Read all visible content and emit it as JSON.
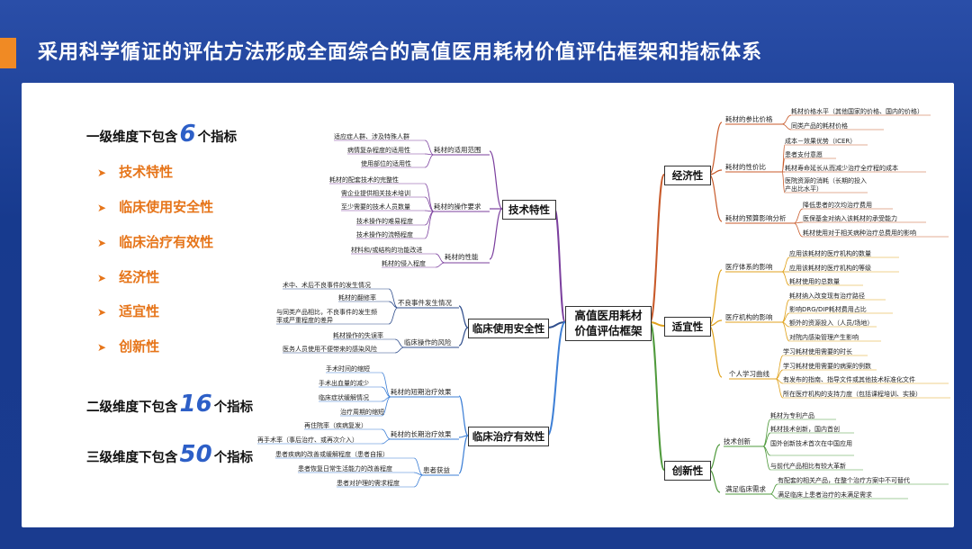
{
  "title": "采用科学循证的评估方法形成全面综合的高值医用耗材价值评估框架和指标体系",
  "summary": {
    "level1": {
      "prefix": "一级维度下包含",
      "num": "6",
      "suffix": "个指标"
    },
    "level2": {
      "prefix": "二级维度下包含",
      "num": "16",
      "suffix": "个指标"
    },
    "level3": {
      "prefix": "三级维度下包含",
      "num": "50",
      "suffix": "个指标"
    },
    "dimensions": [
      "技术特性",
      "临床使用安全性",
      "临床治疗有效性",
      "经济性",
      "适宜性",
      "创新性"
    ]
  },
  "mindmap": {
    "center": "高值医用耗材价值评估框架",
    "center_lines": [
      "高值医用耗材",
      "价值评估框架"
    ],
    "branches": {
      "tech": {
        "label": "技术特性",
        "color": "#7b3f9e",
        "subs": [
          {
            "label": "耗材的适用范围",
            "items": [
              "适应症人群、涉及特殊人群",
              "病情复杂程度的适用性",
              "使用部位的适用性"
            ]
          },
          {
            "label": "耗材的操作要求",
            "items": [
              "耗材的配套技术的完整性",
              "需企业提供相关技术培训",
              "至少需要的技术人员数量",
              "技术操作的难易程度",
              "技术操作的流畅程度"
            ]
          },
          {
            "label": "耗材的性能",
            "items": [
              "材料和/或结构的功能改进",
              "耗材的侵入程度"
            ]
          }
        ]
      },
      "safety": {
        "label": "临床使用安全性",
        "color": "#2f4d8c",
        "subs": [
          {
            "label": "不良事件发生情况",
            "items": [
              "术中、术后不良事件的发生情况",
              "耗材的翻修率",
              "与同类产品相比，不良事件的发生频率或严重程度的差异"
            ]
          },
          {
            "label": "临床操作的风险",
            "items": [
              "耗材操作的失误率",
              "医务人员使用不便带来的感染风险"
            ]
          }
        ]
      },
      "efficacy": {
        "label": "临床治疗有效性",
        "color": "#3d7fd6",
        "subs": [
          {
            "label": "耗材的短期治疗效果",
            "items": [
              "手术时间的缩短",
              "手术出血量的减少",
              "临床症状缓解情况",
              "治疗周期的缩短"
            ]
          },
          {
            "label": "耗材的长期治疗效果",
            "items": [
              "再住院率（疾病复发）",
              "再手术率（事后治疗、或再次介入）"
            ]
          },
          {
            "label": "患者获益",
            "items": [
              "患者疾病的改善或缓解程度（患者自报）",
              "患者恢复日常生活能力的改善程度",
              "患者对护理的需求程度"
            ]
          }
        ]
      },
      "econ": {
        "label": "经济性",
        "color": "#c85a2a",
        "subs": [
          {
            "label": "耗材的参比价格",
            "items": [
              "耗材价格水平（其他国家的价格、国内的价格）",
              "同类产品的耗材价格"
            ]
          },
          {
            "label": "耗材的性价比",
            "items": [
              "成本－效果优势（ICER）",
              "患者支付意愿",
              "耗材寿命延长从而减少治疗全疗程的成本",
              "医院资源的消耗（长期的投入产出比水平）"
            ]
          },
          {
            "label": "耗材的预算影响分析",
            "items": [
              "降低患者的次均治疗费用",
              "医保基金对纳入该耗材的承受能力",
              "耗材使用对于相关病种治疗总费用的影响"
            ]
          }
        ]
      },
      "fit": {
        "label": "适宜性",
        "color": "#e0a21c",
        "subs": [
          {
            "label": "医疗体系的影响",
            "items": [
              "应用该耗材的医疗机构的数量",
              "应用该耗材的医疗机构的等级",
              "耗材使用的总数量"
            ]
          },
          {
            "label": "医疗机构的影响",
            "items": [
              "耗材纳入改变现有治疗路径",
              "影响DRG/DIP耗材费用占比",
              "额外的资源投入（人员/场地）",
              "对院内感染管理产生影响"
            ]
          },
          {
            "label": "个人学习曲线",
            "items": [
              "学习耗材使用需要的时长",
              "学习耗材使用需要的病案的例数",
              "有发布的指南、指导文件或其他技术标准化文件",
              "所在医疗机构的支持力度（包括课程培训、实操）"
            ]
          }
        ]
      },
      "innov": {
        "label": "创新性",
        "color": "#4f9a3c",
        "subs": [
          {
            "label": "技术创新",
            "items": [
              "耗材为专利产品",
              "耗材技术创新，国内首创",
              "国外创新技术首次在中国应用",
              "与前代产品相比有较大革新"
            ]
          },
          {
            "label": "满足临床需求",
            "items": [
              "有配套的相关产品，在整个治疗方案中不可替代",
              "满足临床上患者治疗的未满足需求"
            ]
          }
        ]
      }
    }
  }
}
